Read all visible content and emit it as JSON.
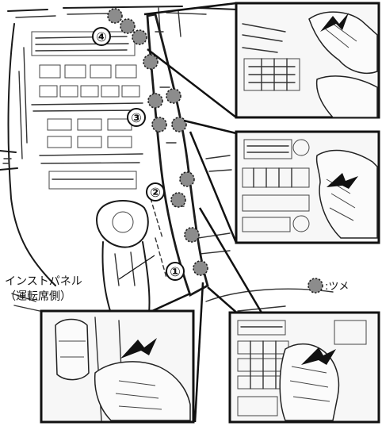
{
  "panel_label": {
    "line1": "インストパネル",
    "line2": "（運転席側）"
  },
  "steps": [
    "①",
    "②",
    "③",
    "④"
  ],
  "legend": {
    "icon": "clip-icon",
    "text": ":ツメ"
  },
  "colors": {
    "clip_fill": "#8c8c8c",
    "line": "#1a1a1a",
    "background": "#ffffff"
  }
}
